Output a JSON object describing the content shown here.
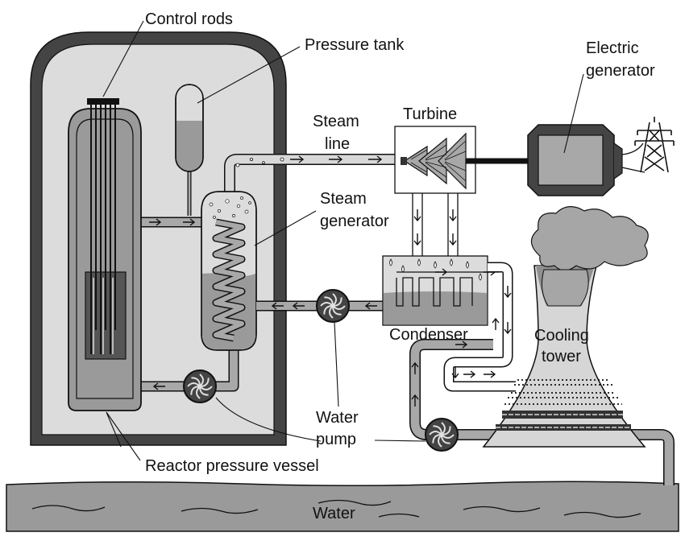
{
  "labels": {
    "control_rods": "Control rods",
    "pressure_tank": "Pressure tank",
    "electric_generator_1": "Electric",
    "electric_generator_2": "generator",
    "steam_line_1": "Steam",
    "steam_line_2": "line",
    "turbine": "Turbine",
    "steam_generator_1": "Steam",
    "steam_generator_2": "generator",
    "condenser": "Condenser",
    "cooling_tower_1": "Cooling",
    "cooling_tower_2": "tower",
    "water_pump_1": "Water",
    "water_pump_2": "pump",
    "reactor_pressure_vessel": "Reactor pressure vessel",
    "water": "Water"
  },
  "colors": {
    "containment_fill": "#dcdcdc",
    "containment_wall": "#444444",
    "vessel_fill": "#9a9a9a",
    "pipe_fill": "#a8a8a8",
    "steam_pipe_fill": "#d8d8d8",
    "water_fill": "#9a9a9a",
    "tower_fill": "#d6d6d6",
    "smoke_fill": "#a6a6a6",
    "dark": "#333333"
  },
  "icons": [
    "pump-icon",
    "transmission-tower-icon",
    "turbine-icon",
    "flow-arrow-icon"
  ]
}
